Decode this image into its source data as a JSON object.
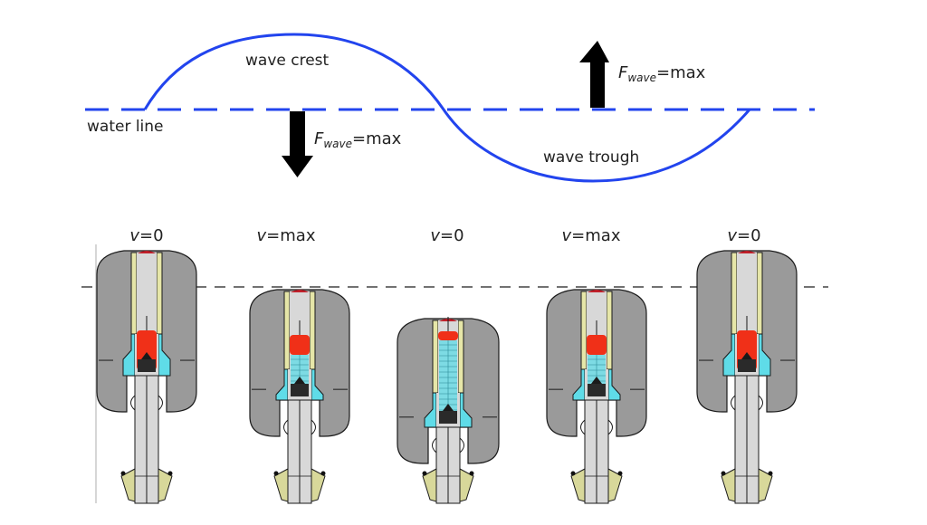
{
  "wave_diagram": {
    "labels": {
      "wave_crest": "wave crest",
      "wave_trough": "wave trough",
      "water_line": "water line"
    },
    "forces": [
      {
        "direction": "down",
        "symbol": "F",
        "subscript": "wave",
        "value_text": "=max"
      },
      {
        "direction": "up",
        "symbol": "F",
        "subscript": "wave",
        "value_text": "=max"
      }
    ],
    "colors": {
      "wave": "#2244ee",
      "arrow": "#000000",
      "text": "#222222"
    }
  },
  "device_states": [
    {
      "symbol": "v",
      "value_text": "=0",
      "phase": "crest"
    },
    {
      "symbol": "v",
      "value_text": "=max",
      "phase": "mean-falling"
    },
    {
      "symbol": "v",
      "value_text": "=0",
      "phase": "trough"
    },
    {
      "symbol": "v",
      "value_text": "=max",
      "phase": "mean-rising"
    },
    {
      "symbol": "v",
      "value_text": "=0",
      "phase": "crest"
    }
  ],
  "device_colors": {
    "float_body": "#9a9a9a",
    "tube_inner": "#d8d8d8",
    "guide_rails": "#e6e6a8",
    "seal_chamber": "#5fdce8",
    "piston": "#f03018",
    "cap": "#c0202a",
    "outline": "#1a1a1a",
    "reference_line": "#444444"
  }
}
